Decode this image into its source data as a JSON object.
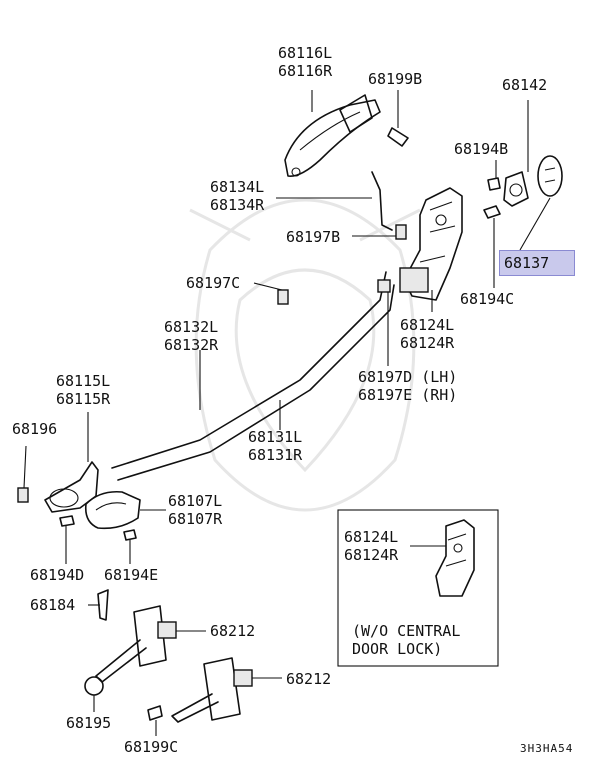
{
  "labels": {
    "p68116": "68116L\n68116R",
    "p68199B": "68199B",
    "p68142": "68142",
    "p68194B": "68194B",
    "p68134": "68134L\n68134R",
    "p68197B": "68197B",
    "p68137": "68137",
    "p68194C": "68194C",
    "p68197C": "68197C",
    "p68124": "68124L\n68124R",
    "p68132": "68132L\n68132R",
    "p68197DE": "68197D (LH)\n68197E (RH)",
    "p68115": "68115L\n68115R",
    "p68196": "68196",
    "p68131": "68131L\n68131R",
    "p68107": "68107L\n68107R",
    "p68194D": "68194D",
    "p68194E": "68194E",
    "p68184": "68184",
    "p68212a": "68212",
    "p68212b": "68212",
    "p68195": "68195",
    "p68199C": "68199C",
    "inset_part": "68124L\n68124R",
    "inset_note": "(W/O CENTRAL\nDOOR LOCK)",
    "diagram_code": "3H3HA54"
  },
  "highlight": {
    "label": "68137",
    "color": "#c9c9ec"
  }
}
